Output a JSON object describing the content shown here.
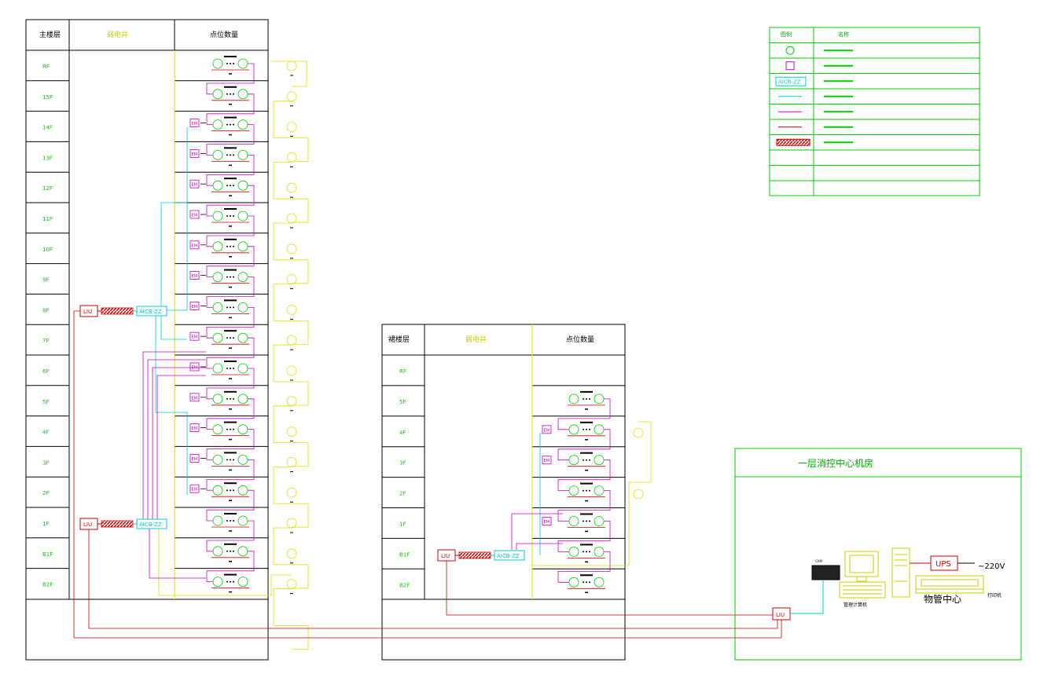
{
  "colors": {
    "grid": "#000000",
    "floor_label": "#00cc00",
    "shaft": "#e0e000",
    "magenta": "#cc00cc",
    "cyan": "#00cccc",
    "red": "#cc0000",
    "green": "#00cc00"
  },
  "main_building": {
    "headers": [
      "主楼层",
      "弱电井",
      "点位数量"
    ],
    "floors": [
      "RF",
      "15F",
      "14F",
      "13F",
      "12F",
      "11F",
      "10F",
      "9F",
      "8F",
      "7F",
      "6F",
      "5F",
      "4F",
      "3F",
      "2F",
      "1F",
      "B1F",
      "B2F"
    ],
    "lu_label": "LIU",
    "aicb_label": "AICB-ZZ"
  },
  "podium": {
    "headers": [
      "裙楼层",
      "弱电井",
      "点位数量"
    ],
    "floors": [
      "RF",
      "5F",
      "4F",
      "3F",
      "2F",
      "1F",
      "B1F",
      "B2F"
    ],
    "lu_label": "LIU",
    "aicb_label": "AICB-ZZ"
  },
  "legend": {
    "headers": [
      "图例",
      "名称"
    ],
    "rows": [
      {
        "symbol": "circle",
        "label": ""
      },
      {
        "symbol": "square",
        "label": ""
      },
      {
        "symbol": "aicb",
        "symbol_text": "AICB-ZZ",
        "label": ""
      },
      {
        "symbol": "cyan-line",
        "label": ""
      },
      {
        "symbol": "magenta-line",
        "label": ""
      },
      {
        "symbol": "red-line",
        "label": ""
      },
      {
        "symbol": "hatch",
        "label": ""
      },
      {
        "symbol": "",
        "label": ""
      },
      {
        "symbol": "",
        "label": ""
      },
      {
        "symbol": "",
        "label": ""
      }
    ]
  },
  "control_room": {
    "title": "一层消控中心机房",
    "ups_label": "UPS",
    "power_label": "~220V",
    "center_label": "物管中心",
    "computer_label": "管理计算机",
    "printer_label": "打印机",
    "lu_label": "LIU",
    "em_label": "EM",
    "cam_label": "CAM"
  }
}
